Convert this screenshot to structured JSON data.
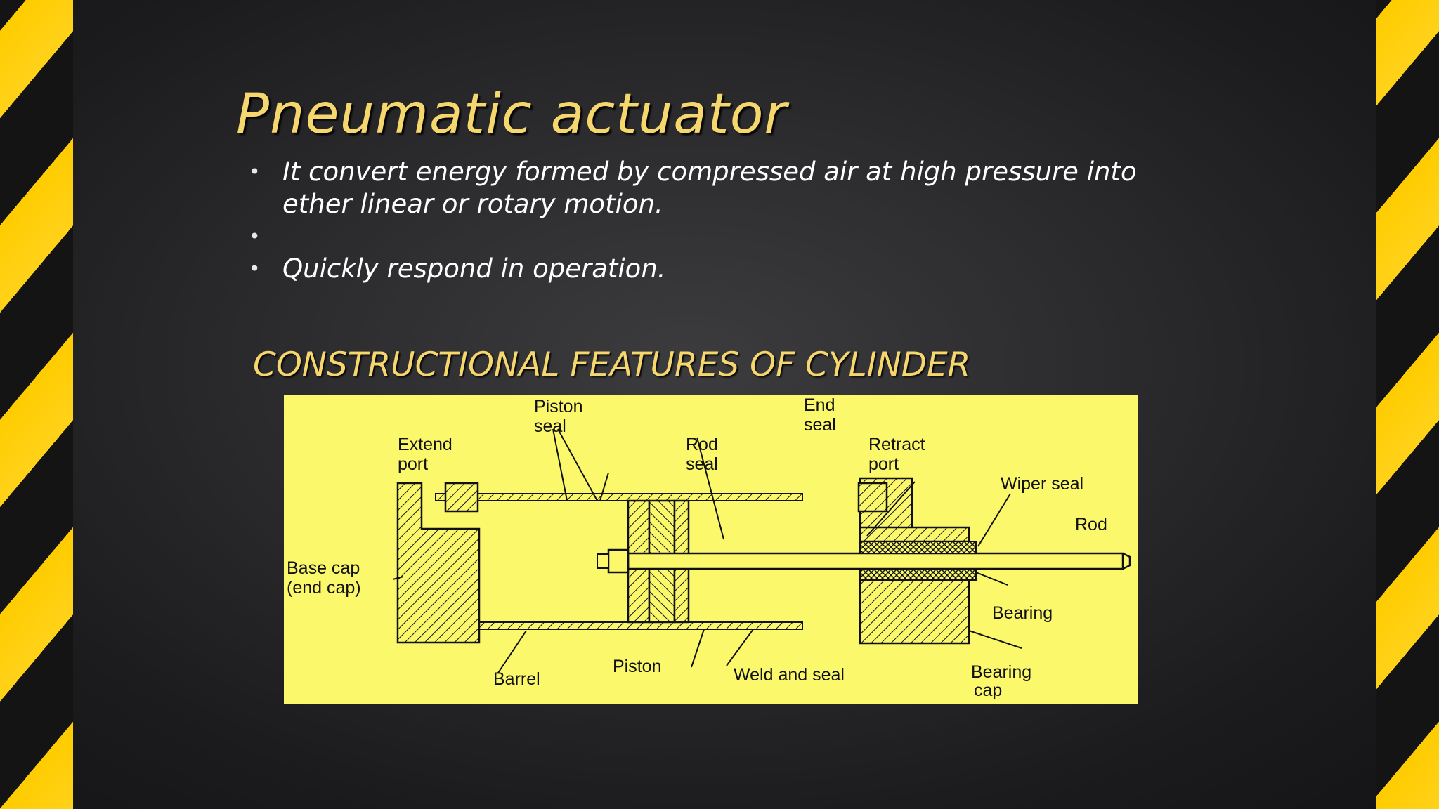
{
  "slide": {
    "title": "Pneumatic actuator",
    "bullets": [
      "It convert energy formed by compressed air at high pressure into ether linear or rotary motion.",
      "",
      "Quickly respond in operation."
    ],
    "subtitle": "CONSTRUCTIONAL FEATURES OF CYLINDER"
  },
  "diagram": {
    "labels": {
      "piston_seal_1": "Piston",
      "piston_seal_2": "seal",
      "end_seal_1": "End",
      "end_seal_2": "seal",
      "extend_port_1": "Extend",
      "extend_port_2": "port",
      "rod_seal_1": "Rod",
      "rod_seal_2": "seal",
      "retract_port_1": "Retract",
      "retract_port_2": "port",
      "wiper_seal": "Wiper seal",
      "rod": "Rod",
      "base_cap_1": "Base cap",
      "base_cap_2": "(end cap)",
      "bearing": "Bearing",
      "barrel": "Barrel",
      "piston": "Piston",
      "weld_seal": "Weld and seal",
      "bearing_cap_1": "Bearing",
      "bearing_cap_2": "cap"
    }
  },
  "colors": {
    "stripe_yellow": "#ffcc00",
    "title_gold": "#f5d76e",
    "figure_bg": "#fbf86b"
  }
}
